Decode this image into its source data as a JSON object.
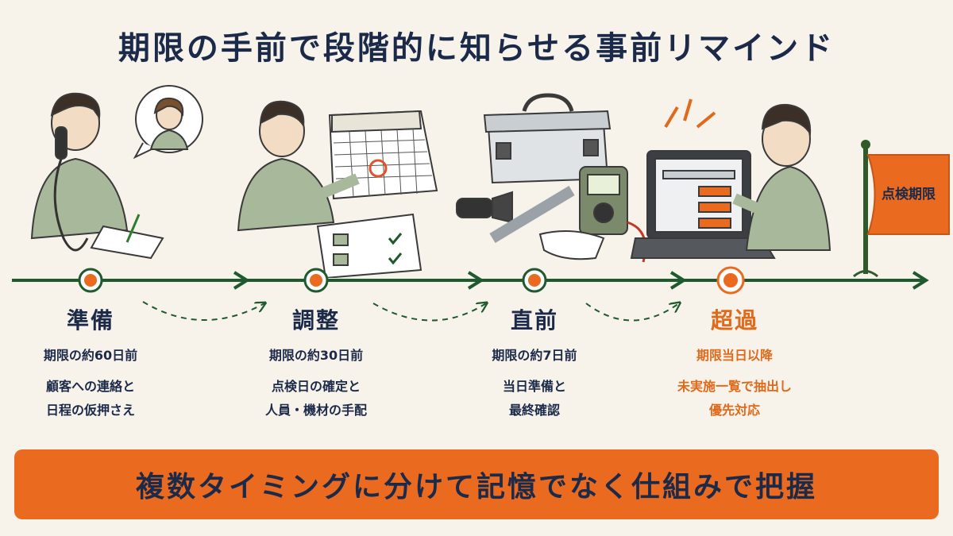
{
  "title": "期限の手前で段階的に知らせる事前リマインド",
  "flag_label": "点検期限",
  "stages": [
    {
      "name": "準備",
      "timing": "期限の約60日前",
      "desc": "顧客への連絡と\n日程の仮押さえ"
    },
    {
      "name": "調整",
      "timing": "期限の約30日前",
      "desc": "点検日の確定と\n人員・機材の手配"
    },
    {
      "name": "直前",
      "timing": "期限の約7日前",
      "desc": "当日準備と\n最終確認"
    },
    {
      "name": "超過",
      "timing": "期限当日以降",
      "desc": "未実施一覧で抽出し\n優先対応"
    }
  ],
  "banner": "複数タイミングに分けて記憶でなく仕組みで把握",
  "colors": {
    "accent": "#ea6a1f",
    "line": "#1f5a2e",
    "navy": "#1c2a4a",
    "background": "#f7f3ea"
  }
}
